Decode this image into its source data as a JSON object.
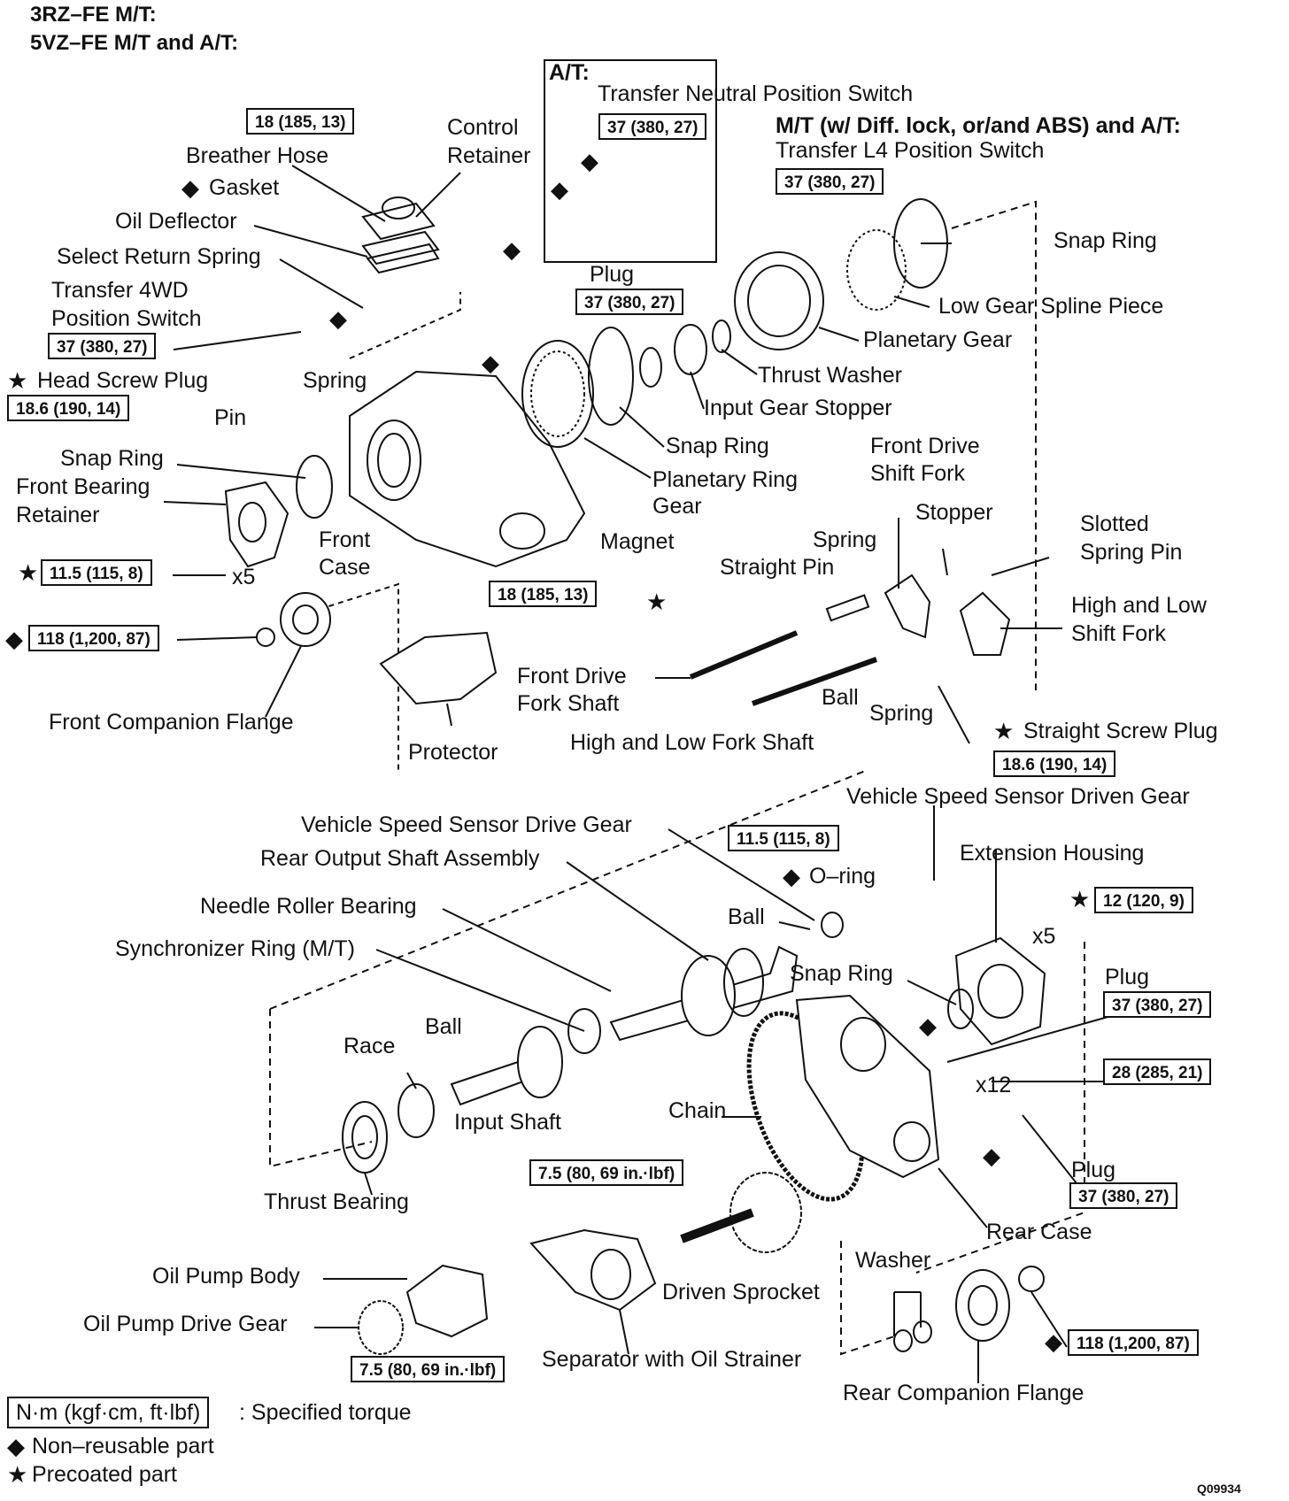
{
  "header": {
    "line1": "3RZ–FE M/T:",
    "line2": "5VZ–FE M/T and A/T:"
  },
  "symbols": {
    "diamond": "◆",
    "star": "★"
  },
  "torque": {
    "t18_top": "18 (185, 13)",
    "t37_at": "37 (380, 27)",
    "t37_l4": "37 (380, 27)",
    "t37_plug": "37 (380, 27)",
    "t37_4wd": "37 (380, 27)",
    "t18_6_head": "18.6 (190, 14)",
    "t11_5_front": "11.5 (115, 8)",
    "t118_front": "118 (1,200, 87)",
    "t18_protector": "18 (185, 13)",
    "t18_6_straight": "18.6 (190, 14)",
    "t11_5_speed": "11.5 (115, 8)",
    "t12": "12 (120, 9)",
    "t37_plug_right": "37 (380, 27)",
    "t28": "28 (285, 21)",
    "t37_plug_lower": "37 (380, 27)",
    "t7_5_top": "7.5 (80, 69 in.·lbf)",
    "t7_5_bottom": "7.5 (80, 69 in.·lbf)",
    "t118_rear": "118 (1,200, 87)"
  },
  "labels": {
    "at": "A/T:",
    "transfer_neutral": "Transfer Neutral Position Switch",
    "mt_diff": "M/T (w/ Diff. lock, or/and ABS) and A/T:",
    "transfer_l4": "Transfer L4 Position Switch",
    "control_retainer_1": "Control",
    "control_retainer_2": "Retainer",
    "breather_hose": "Breather Hose",
    "gasket": "Gasket",
    "oil_deflector": "Oil Deflector",
    "select_return_spring": "Select Return Spring",
    "transfer_4wd_1": "Transfer 4WD",
    "transfer_4wd_2": "Position Switch",
    "plug_top": "Plug",
    "snap_ring_top": "Snap Ring",
    "low_gear_spline": "Low Gear Spline Piece",
    "planetary_gear": "Planetary Gear",
    "thrust_washer": "Thrust Washer",
    "input_gear_stopper": "Input Gear Stopper",
    "head_screw_plug": "Head Screw Plug",
    "spring_top": "Spring",
    "pin": "Pin",
    "snap_ring_mid": "Snap Ring",
    "planetary_ring_1": "Planetary Ring",
    "planetary_ring_2": "Gear",
    "front_drive_fork_1": "Front Drive",
    "front_drive_fork_2": "Shift Fork",
    "stopper": "Stopper",
    "slotted_1": "Slotted",
    "slotted_2": "Spring Pin",
    "snap_ring_left": "Snap Ring",
    "front_bearing_1": "Front Bearing",
    "front_bearing_2": "Retainer",
    "front_case_1": "Front",
    "front_case_2": "Case",
    "magnet": "Magnet",
    "spring_mid": "Spring",
    "straight_pin": "Straight Pin",
    "high_low_fork_1": "High and Low",
    "high_low_fork_2": "Shift Fork",
    "x5_left": "x5",
    "front_companion": "Front Companion Flange",
    "front_drive_shaft_1": "Front Drive",
    "front_drive_shaft_2": "Fork Shaft",
    "ball_mid": "Ball",
    "spring_lower": "Spring",
    "straight_screw_plug": "Straight Screw Plug",
    "protector": "Protector",
    "high_low_shaft": "High and Low Fork Shaft",
    "vss_driven": "Vehicle Speed Sensor Driven Gear",
    "vss_drive": "Vehicle Speed Sensor Drive Gear",
    "rear_output": "Rear Output Shaft Assembly",
    "o_ring": "O–ring",
    "extension_housing": "Extension Housing",
    "needle_roller": "Needle Roller Bearing",
    "ball_upper": "Ball",
    "x5_right": "x5",
    "synchronizer": "Synchronizer Ring (M/T)",
    "snap_ring_lower": "Snap Ring",
    "plug_right": "Plug",
    "ball_lower": "Ball",
    "race": "Race",
    "x12": "x12",
    "input_shaft": "Input Shaft",
    "chain": "Chain",
    "plug_lower": "Plug",
    "thrust_bearing": "Thrust Bearing",
    "rear_case": "Rear Case",
    "washer": "Washer",
    "oil_pump_body": "Oil Pump Body",
    "driven_sprocket": "Driven Sprocket",
    "oil_pump_drive": "Oil Pump Drive Gear",
    "separator": "Separator with Oil Strainer",
    "rear_companion": "Rear Companion Flange"
  },
  "legend": {
    "torque_box": "N·m (kgf·cm, ft·lbf)",
    "torque_text": ": Specified torque",
    "non_reusable": "Non–reusable part",
    "precoated": "Precoated part"
  },
  "figure_code": "Q09934"
}
